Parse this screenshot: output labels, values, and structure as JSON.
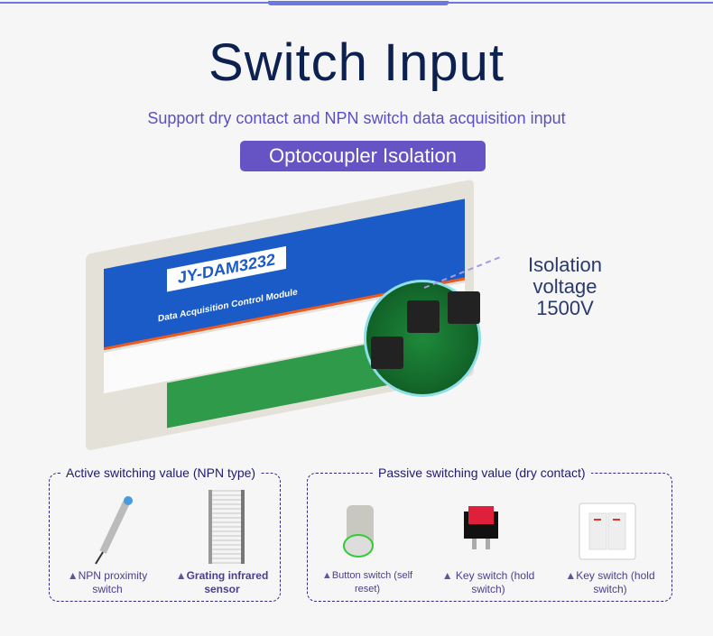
{
  "header": {
    "title": "Switch Input",
    "subtitle": "Support dry contact and NPN switch data acquisition input",
    "badge": "Optocoupler  Isolation"
  },
  "device": {
    "model": "JY-DAM3232",
    "description": "Data Acquisition Control Module"
  },
  "callout": {
    "line1": "Isolation",
    "line2": "voltage 1500V"
  },
  "active": {
    "title": "Active switching value (NPN type)",
    "items": [
      {
        "label": "NPN proximity switch"
      },
      {
        "label": "Grating infrared sensor"
      }
    ]
  },
  "passive": {
    "title": "Passive switching value (dry contact)",
    "items": [
      {
        "label": "Button switch (self reset)"
      },
      {
        "label": "Key switch (hold switch)"
      },
      {
        "label": "Key switch (hold switch)"
      }
    ]
  },
  "marker": "▲"
}
